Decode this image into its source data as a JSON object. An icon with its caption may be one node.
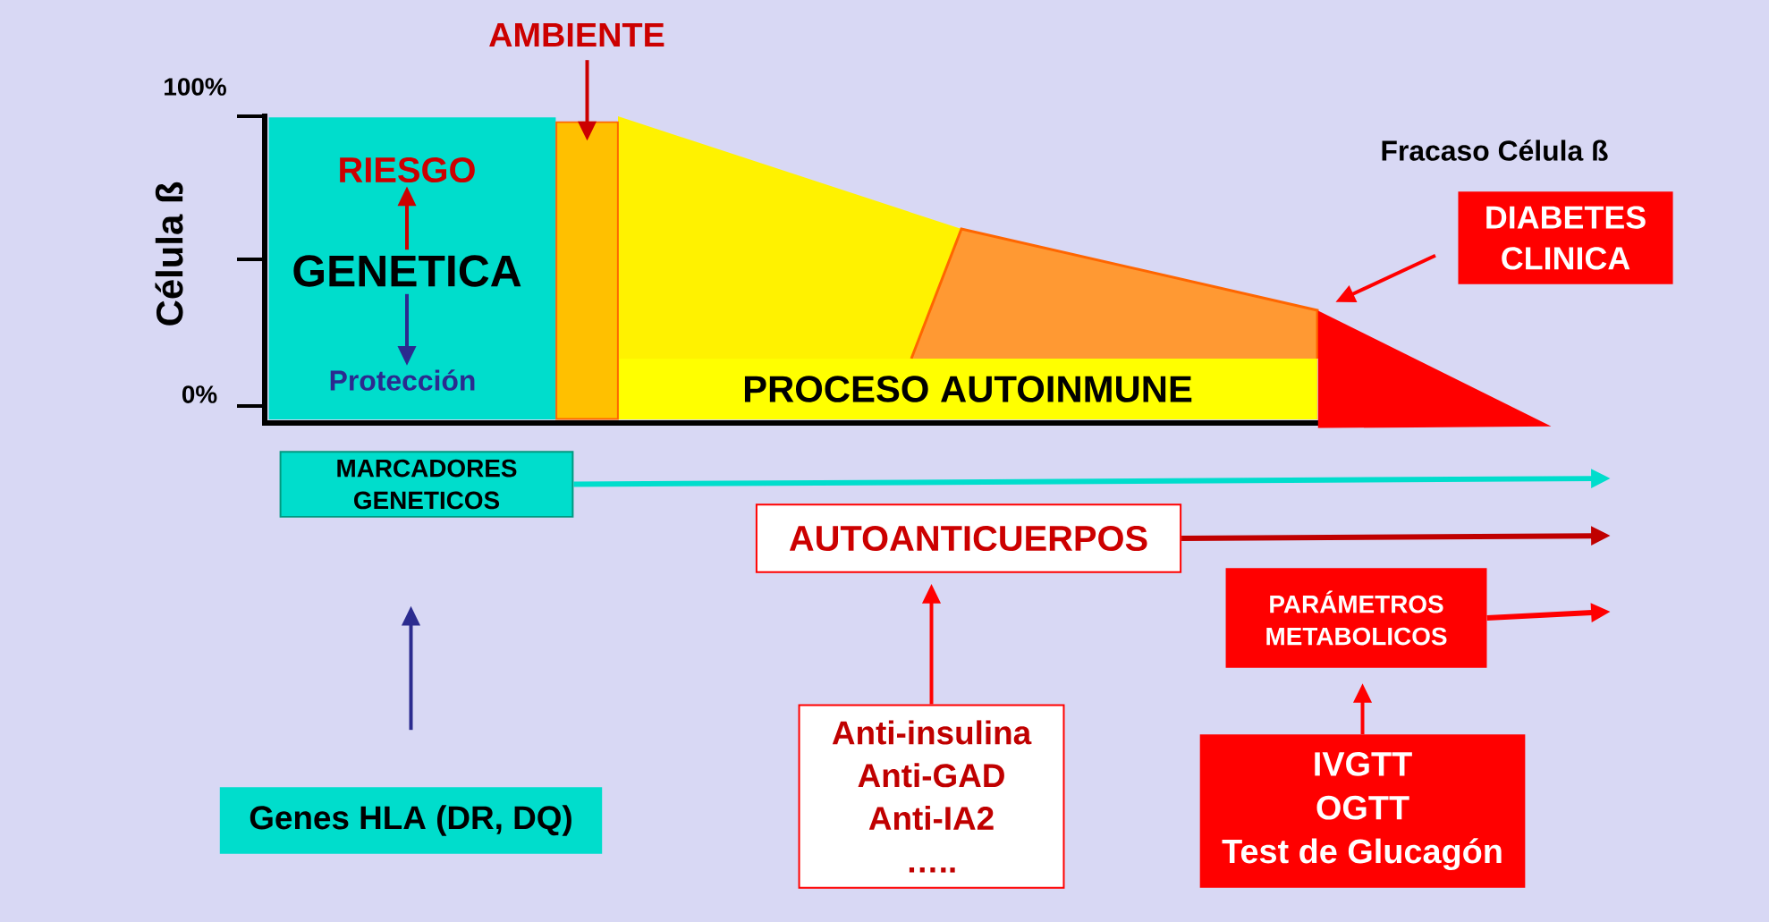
{
  "diagram": {
    "nodes": [
      {
        "text": [],
        "shape": "box"
      },
      {
        "text": [
          "RIESGO"
        ],
        "in": 0
      },
      {
        "text": [
          "GENETICA"
        ],
        "in": 0
      },
      {
        "text": [
          "Protección"
        ],
        "in": 0
      },
      {
        "text": [],
        "shape": "bar"
      },
      {
        "text": [
          "AMBIENTE"
        ]
      },
      {
        "text": [
          "PROCESO AUTOINMUNE"
        ]
      },
      {
        "text": [],
        "shape": "triangle"
      },
      {
        "text": [
          "DIABETES CLINICA"
        ]
      },
      {
        "text": [
          "MARCADORES GENETICOS"
        ]
      },
      {
        "text": [
          "AUTOANTICUERPOS"
        ]
      },
      {
        "text": [
          "PARÁMETROS METABOLICOS"
        ]
      },
      {
        "text": [
          "Genes HLA (DR, DQ)"
        ]
      },
      {
        "text": [
          "Anti-insulina",
          "Anti-GAD",
          "Anti-IA2",
          "….."
        ]
      },
      {
        "text": [
          "IVGTT",
          "OGTT",
          "Test de Glucagón"
        ]
      }
    ],
    "edges": [
      {
        "from": 2,
        "to": 1,
        "arrow": "to",
        "color": "#cc0000"
      },
      {
        "from": 2,
        "to": 3,
        "arrow": "to",
        "color": "#2b2b8f"
      },
      {
        "from": 5,
        "to": 4,
        "arrow": "to",
        "color": "#cc0000"
      },
      {
        "from": 8,
        "to": 7,
        "arrow": "to",
        "color": "#ff0000"
      },
      {
        "from": 9,
        "to": null,
        "arrow": "to",
        "color": "#00ddcc"
      },
      {
        "from": 10,
        "to": null,
        "arrow": "to",
        "color": "#c00000"
      },
      {
        "from": 11,
        "to": null,
        "arrow": "to",
        "color": "#ff0000"
      },
      {
        "from": 12,
        "to": 9,
        "arrow": "to",
        "color": "#2b2b8f"
      },
      {
        "from": 13,
        "to": 10,
        "arrow": "to",
        "color": "#ff0000"
      },
      {
        "from": 14,
        "to": 11,
        "arrow": "to",
        "color": "#ff0000"
      }
    ],
    "labels": [
      "100%",
      "Célula ß",
      "0%",
      "Fracaso Célula ß"
    ]
  }
}
